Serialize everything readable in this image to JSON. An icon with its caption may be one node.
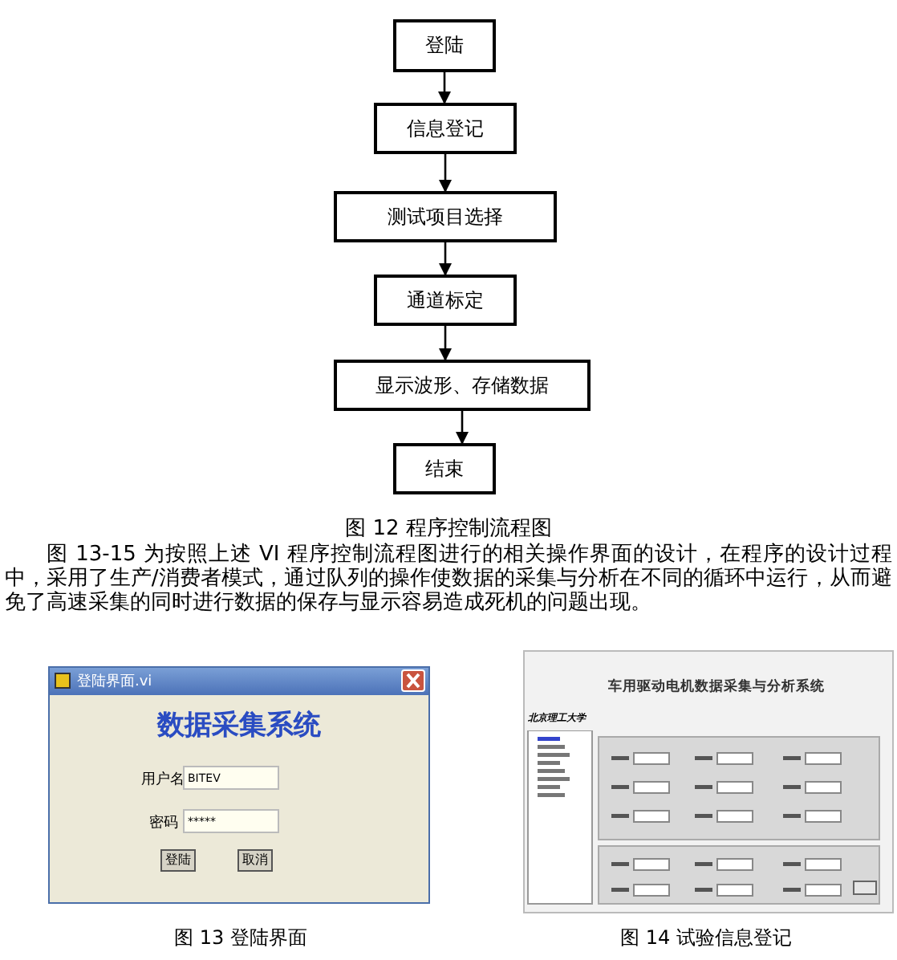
{
  "diagram": {
    "nodes": [
      {
        "text": [
          "登陆"
        ]
      },
      {
        "text": [
          "信息登记"
        ]
      },
      {
        "text": [
          "测试项目选择"
        ]
      },
      {
        "text": [
          "通道标定"
        ]
      },
      {
        "text": [
          "显示波形、存储数据"
        ]
      },
      {
        "text": [
          "结束"
        ]
      }
    ],
    "edges": [
      {
        "from": 0,
        "to": 1,
        "arrow": "to"
      },
      {
        "from": 1,
        "to": 2,
        "arrow": "to"
      },
      {
        "from": 2,
        "to": 3,
        "arrow": "to"
      },
      {
        "from": 3,
        "to": 4,
        "arrow": "to"
      },
      {
        "from": 4,
        "to": 5,
        "arrow": "to"
      }
    ],
    "labels": [
      "图 12 程序控制流程图",
      "图 13-15 为按照上述 VI 程序控制流程图进行的相关操作界面的设计，在程序的设计过程中，采用了生产/消费者模式，通过队列的操作使数据的采集与分析在不同的循环中运行，从而避免了高速采集的同时进行数据的保存与显示容易造成死机的问题出现。",
      "登陆界面.vi",
      "数据采集系统",
      "用户名",
      "BITEV",
      "密码",
      "*****",
      "登陆",
      "取消",
      "车用驱动电机数据采集与分析系统",
      "北京理工大学",
      "图 13 登陆界面",
      "图 14 试验信息登记"
    ]
  }
}
